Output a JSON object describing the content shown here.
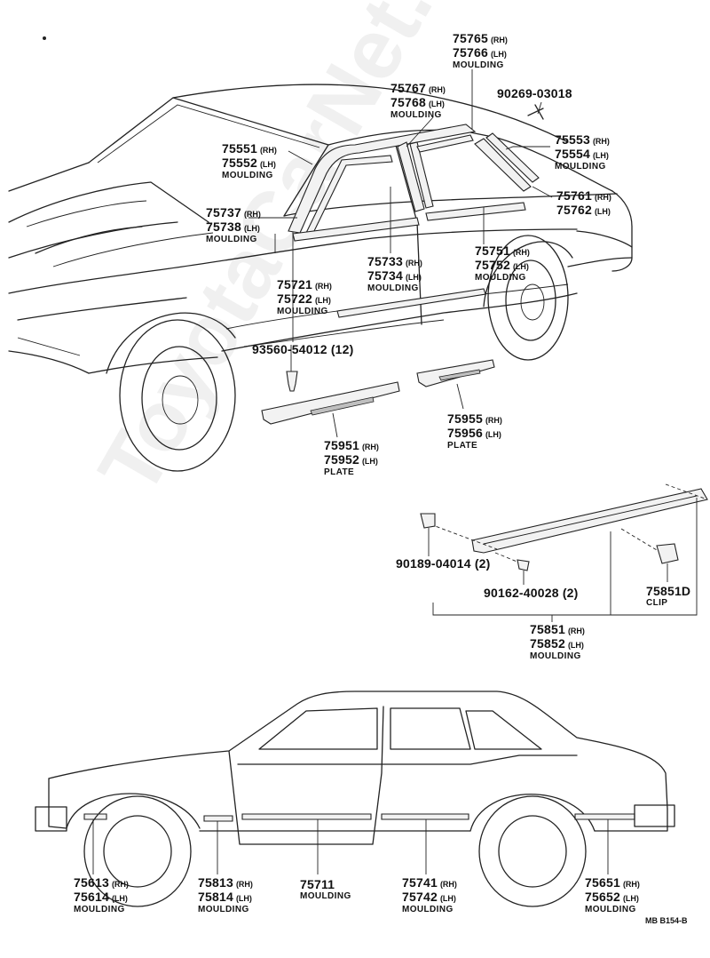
{
  "diagram": {
    "watermark": "ToyotaCarNet.ru",
    "sheet_code": "MB  B154-B",
    "parts": [
      {
        "id": "p1",
        "rh": "75765",
        "lh": "75766",
        "name": "MOULDING"
      },
      {
        "id": "p2",
        "rh": "75767",
        "lh": "75768",
        "name": "MOULDING"
      },
      {
        "id": "p3",
        "code": "90269-03018"
      },
      {
        "id": "p4",
        "rh": "75551",
        "lh": "75552",
        "name": "MOULDING"
      },
      {
        "id": "p5",
        "rh": "75553",
        "lh": "75554",
        "name": "MOULDING"
      },
      {
        "id": "p6",
        "rh": "75737",
        "lh": "75738",
        "name": "MOULDING"
      },
      {
        "id": "p7",
        "rh": "75761",
        "lh": "75762"
      },
      {
        "id": "p8",
        "rh": "75721",
        "lh": "75722",
        "name": "MOULDING"
      },
      {
        "id": "p9",
        "rh": "75733",
        "lh": "75734",
        "name": "MOULDING"
      },
      {
        "id": "p10",
        "rh": "75751",
        "lh": "75752",
        "name": "MOULDING"
      },
      {
        "id": "p11",
        "code": "93560-54012 (12)"
      },
      {
        "id": "p12",
        "rh": "75955",
        "lh": "75956",
        "name": "PLATE"
      },
      {
        "id": "p13",
        "rh": "75951",
        "lh": "75952",
        "name": "PLATE"
      },
      {
        "id": "p14",
        "code": "90189-04014 (2)"
      },
      {
        "id": "p15",
        "code": "90162-40028 (2)"
      },
      {
        "id": "p16",
        "code": "75851D",
        "name": "CLIP"
      },
      {
        "id": "p17",
        "rh": "75851",
        "lh": "75852",
        "name": "MOULDING"
      },
      {
        "id": "p18",
        "rh": "75613",
        "lh": "75614",
        "name": "MOULDING"
      },
      {
        "id": "p19",
        "rh": "75813",
        "lh": "75814",
        "name": "MOULDING"
      },
      {
        "id": "p20",
        "code": "75711",
        "name": "MOULDING"
      },
      {
        "id": "p21",
        "rh": "75741",
        "lh": "75742",
        "name": "MOULDING"
      },
      {
        "id": "p22",
        "rh": "75651",
        "lh": "75652",
        "name": "MOULDING"
      }
    ],
    "rh": "(RH)",
    "lh": "(LH)"
  }
}
